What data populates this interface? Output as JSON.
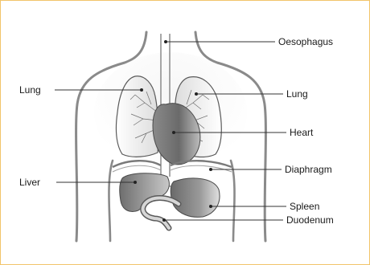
{
  "labels": {
    "oesophagus": "Oesophagus",
    "lung_left": "Lung",
    "lung_right": "Lung",
    "heart": "Heart",
    "liver": "Liver",
    "diaphragm": "Diaphragm",
    "spleen": "Spleen",
    "duodenum": "Duodenum"
  },
  "colors": {
    "frame_border": "#f2c46a",
    "body_outline": "#8a8a8a",
    "organ_dark": "#7a7a7a",
    "organ_light": "#d9d9d9"
  }
}
